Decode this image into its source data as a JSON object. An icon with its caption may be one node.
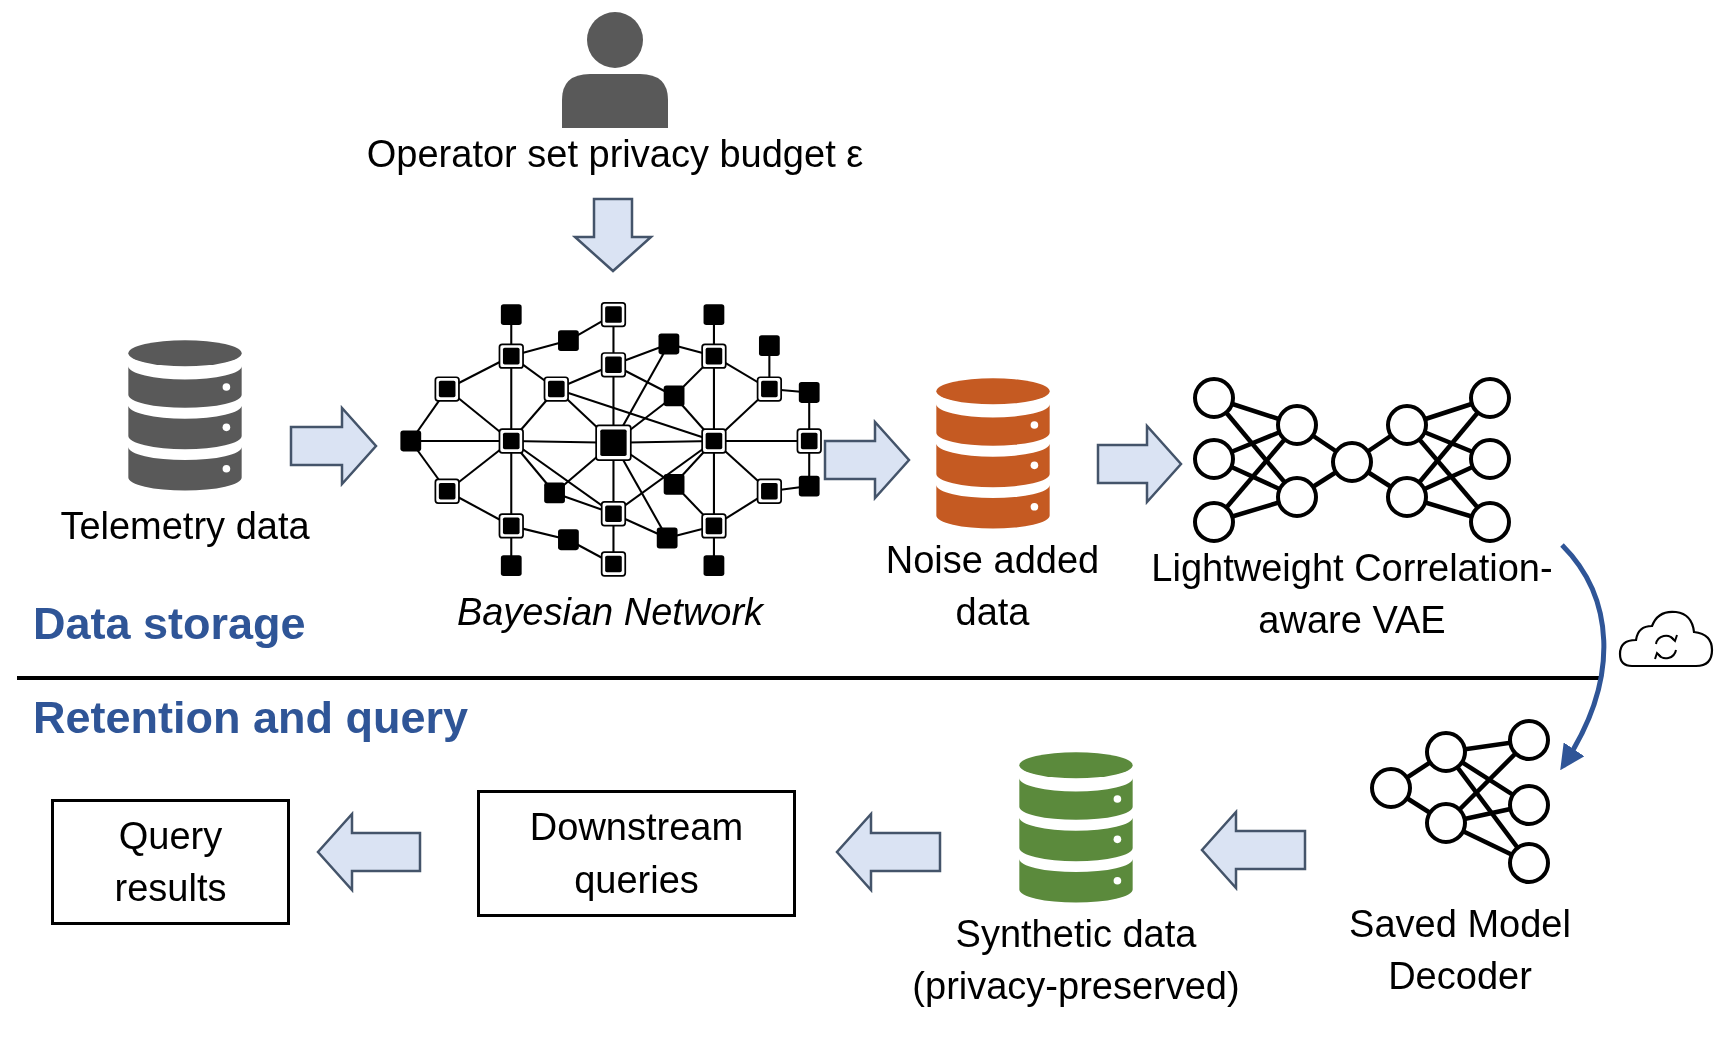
{
  "diagram": {
    "nodes": [
      {
        "text": [
          "Operator set privacy budget ε"
        ]
      },
      {
        "text": [
          "Telemetry data"
        ]
      },
      {
        "text": [
          "Bayesian Network"
        ]
      },
      {
        "text": [
          "Noise added data"
        ]
      },
      {
        "text": [
          "Lightweight Correlation-aware VAE"
        ]
      },
      {
        "text": [
          "Saved Model Decoder"
        ]
      },
      {
        "text": [
          "Synthetic data (privacy-preserved)"
        ]
      },
      {
        "text": [
          "Downstream queries"
        ]
      },
      {
        "text": [
          "Query results"
        ]
      }
    ],
    "edges": [
      {
        "from": 0,
        "to": 2,
        "arrow": "to"
      },
      {
        "from": 1,
        "to": 2,
        "arrow": "to"
      },
      {
        "from": 2,
        "to": 3,
        "arrow": "to"
      },
      {
        "from": 3,
        "to": 4,
        "arrow": "to"
      },
      {
        "from": 4,
        "to": 5,
        "arrow": "to",
        "color": "#2f5597"
      },
      {
        "from": 5,
        "to": 6,
        "arrow": "to"
      },
      {
        "from": 6,
        "to": 7,
        "arrow": "to"
      },
      {
        "from": 7,
        "to": 8,
        "arrow": "to"
      }
    ],
    "labels": [
      "Data storage",
      "Retention and query"
    ]
  }
}
